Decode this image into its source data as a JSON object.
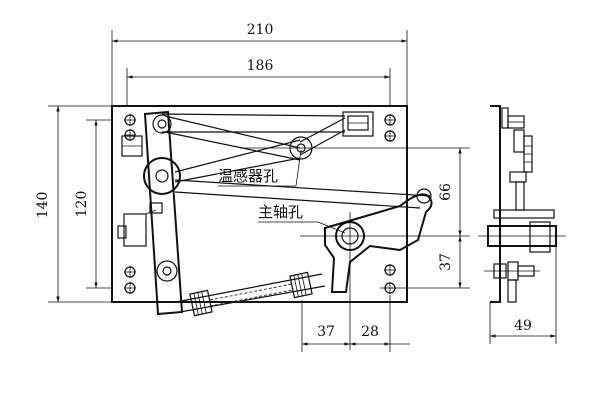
{
  "dimensions": {
    "overall_width": "210",
    "hole_spacing_width": "186",
    "overall_height": "140",
    "hole_spacing_height": "120",
    "temp_hole_offset": "66",
    "shaft_to_bottom_hole": "37",
    "bottom_left": "37",
    "bottom_right": "28",
    "side_depth": "49"
  },
  "labels": {
    "temp_sensor_hole": "温感器孔",
    "main_shaft_hole": "主轴孔"
  }
}
